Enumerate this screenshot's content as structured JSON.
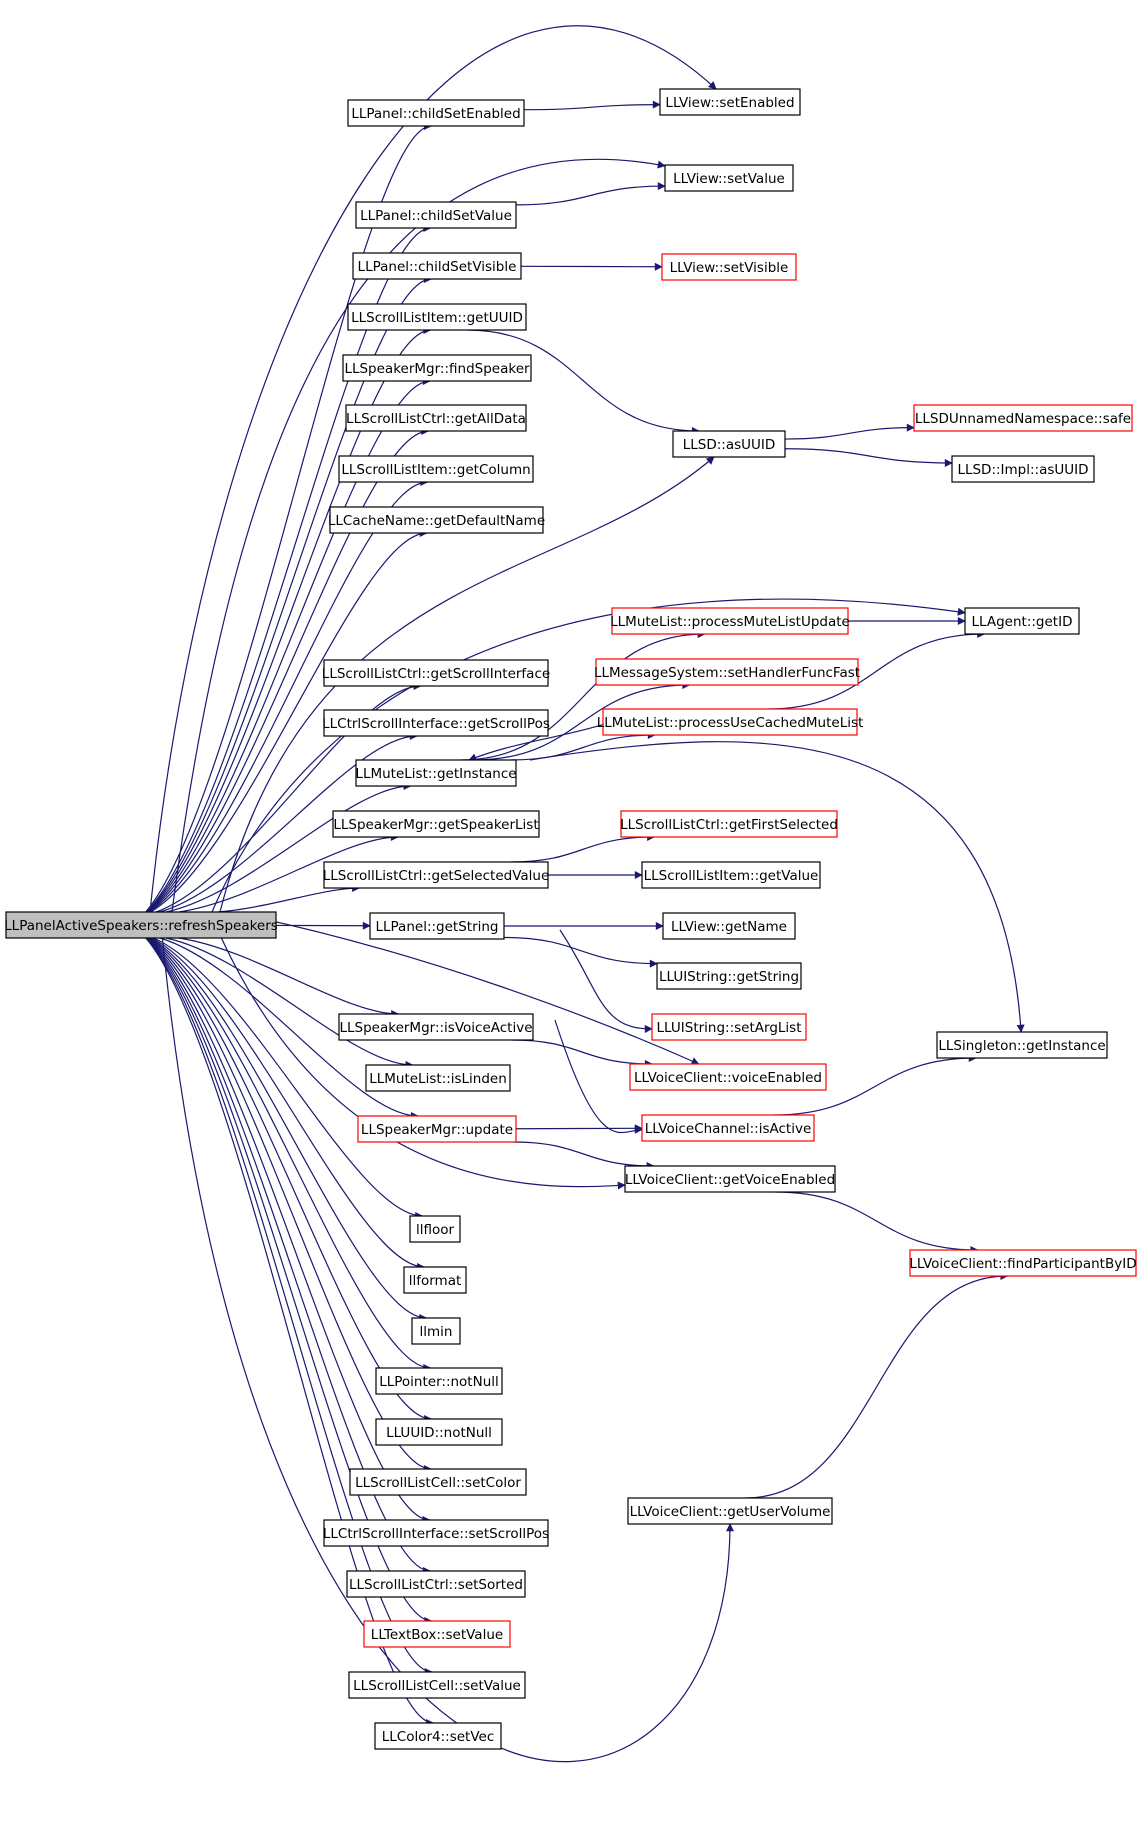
{
  "nodes": [
    {
      "id": "root",
      "label": "LLPanelActiveSpeakers::refreshSpeakers",
      "style": "root"
    },
    {
      "id": "p_childSetEnabled",
      "label": "LLPanel::childSetEnabled",
      "style": "black"
    },
    {
      "id": "p_childSetValue",
      "label": "LLPanel::childSetValue",
      "style": "black"
    },
    {
      "id": "p_childSetVisible",
      "label": "LLPanel::childSetVisible",
      "style": "black"
    },
    {
      "id": "sli_getUUID",
      "label": "LLScrollListItem::getUUID",
      "style": "black"
    },
    {
      "id": "sm_findSpeaker",
      "label": "LLSpeakerMgr::findSpeaker",
      "style": "black"
    },
    {
      "id": "slc_getAllData",
      "label": "LLScrollListCtrl::getAllData",
      "style": "black"
    },
    {
      "id": "sli_getColumn",
      "label": "LLScrollListItem::getColumn",
      "style": "black"
    },
    {
      "id": "cn_getDefaultName",
      "label": "LLCacheName::getDefaultName",
      "style": "black"
    },
    {
      "id": "slc_getScrollInterface",
      "label": "LLScrollListCtrl::getScrollInterface",
      "style": "black"
    },
    {
      "id": "csi_getScrollPos",
      "label": "LLCtrlScrollInterface::getScrollPos",
      "style": "black"
    },
    {
      "id": "ml_getInstance",
      "label": "LLMuteList::getInstance",
      "style": "black"
    },
    {
      "id": "sm_getSpeakerList",
      "label": "LLSpeakerMgr::getSpeakerList",
      "style": "black"
    },
    {
      "id": "slc_getSelectedValue",
      "label": "LLScrollListCtrl::getSelectedValue",
      "style": "black"
    },
    {
      "id": "p_getString",
      "label": "LLPanel::getString",
      "style": "black"
    },
    {
      "id": "sm_isVoiceActive",
      "label": "LLSpeakerMgr::isVoiceActive",
      "style": "black"
    },
    {
      "id": "ml_isLinden",
      "label": "LLMuteList::isLinden",
      "style": "black"
    },
    {
      "id": "sm_update",
      "label": "LLSpeakerMgr::update",
      "style": "red"
    },
    {
      "id": "llfloor",
      "label": "llfloor",
      "style": "black"
    },
    {
      "id": "llformat",
      "label": "llformat",
      "style": "black"
    },
    {
      "id": "llmin",
      "label": "llmin",
      "style": "black"
    },
    {
      "id": "ptr_notNull",
      "label": "LLPointer::notNull",
      "style": "black"
    },
    {
      "id": "uuid_notNull",
      "label": "LLUUID::notNull",
      "style": "black"
    },
    {
      "id": "slcell_setColor",
      "label": "LLScrollListCell::setColor",
      "style": "black"
    },
    {
      "id": "csi_setScrollPos",
      "label": "LLCtrlScrollInterface::setScrollPos",
      "style": "black"
    },
    {
      "id": "slc_setSorted",
      "label": "LLScrollListCtrl::setSorted",
      "style": "black"
    },
    {
      "id": "tb_setValue",
      "label": "LLTextBox::setValue",
      "style": "red"
    },
    {
      "id": "slcell_setValue",
      "label": "LLScrollListCell::setValue",
      "style": "black"
    },
    {
      "id": "c4_setVec",
      "label": "LLColor4::setVec",
      "style": "black"
    },
    {
      "id": "v_setEnabled",
      "label": "LLView::setEnabled",
      "style": "black"
    },
    {
      "id": "v_setValue",
      "label": "LLView::setValue",
      "style": "black"
    },
    {
      "id": "v_setVisible",
      "label": "LLView::setVisible",
      "style": "red"
    },
    {
      "id": "sd_asUUID",
      "label": "LLSD::asUUID",
      "style": "black"
    },
    {
      "id": "ml_processMuteListUpdate",
      "label": "LLMuteList::processMuteListUpdate",
      "style": "red"
    },
    {
      "id": "ms_setHandlerFuncFast",
      "label": "LLMessageSystem::setHandlerFuncFast",
      "style": "red"
    },
    {
      "id": "ml_processUseCachedMuteList",
      "label": "LLMuteList::processUseCachedMuteList",
      "style": "red"
    },
    {
      "id": "slc_getFirstSelected",
      "label": "LLScrollListCtrl::getFirstSelected",
      "style": "red"
    },
    {
      "id": "sli_getValue",
      "label": "LLScrollListItem::getValue",
      "style": "black"
    },
    {
      "id": "v_getName",
      "label": "LLView::getName",
      "style": "black"
    },
    {
      "id": "uis_getString",
      "label": "LLUIString::getString",
      "style": "black"
    },
    {
      "id": "uis_setArgList",
      "label": "LLUIString::setArgList",
      "style": "red"
    },
    {
      "id": "vc_voiceEnabled",
      "label": "LLVoiceClient::voiceEnabled",
      "style": "red"
    },
    {
      "id": "vch_isActive",
      "label": "LLVoiceChannel::isActive",
      "style": "red"
    },
    {
      "id": "vc_getVoiceEnabled",
      "label": "LLVoiceClient::getVoiceEnabled",
      "style": "black"
    },
    {
      "id": "vc_getUserVolume",
      "label": "LLVoiceClient::getUserVolume",
      "style": "black"
    },
    {
      "id": "sdu_safe",
      "label": "LLSDUnnamedNamespace::safe",
      "style": "red"
    },
    {
      "id": "sdi_asUUID",
      "label": "LLSD::Impl::asUUID",
      "style": "black"
    },
    {
      "id": "ag_getID",
      "label": "LLAgent::getID",
      "style": "black"
    },
    {
      "id": "sg_getInstance",
      "label": "LLSingleton::getInstance",
      "style": "black"
    },
    {
      "id": "vc_findParticipantByID",
      "label": "LLVoiceClient::findParticipantByID",
      "style": "red"
    }
  ],
  "edges": [
    [
      "root",
      "p_childSetEnabled"
    ],
    [
      "root",
      "p_childSetValue"
    ],
    [
      "root",
      "p_childSetVisible"
    ],
    [
      "root",
      "sli_getUUID"
    ],
    [
      "root",
      "sm_findSpeaker"
    ],
    [
      "root",
      "slc_getAllData"
    ],
    [
      "root",
      "sli_getColumn"
    ],
    [
      "root",
      "cn_getDefaultName"
    ],
    [
      "root",
      "slc_getScrollInterface"
    ],
    [
      "root",
      "csi_getScrollPos"
    ],
    [
      "root",
      "ml_getInstance"
    ],
    [
      "root",
      "sm_getSpeakerList"
    ],
    [
      "root",
      "slc_getSelectedValue"
    ],
    [
      "root",
      "p_getString"
    ],
    [
      "root",
      "sm_isVoiceActive"
    ],
    [
      "root",
      "ml_isLinden"
    ],
    [
      "root",
      "sm_update"
    ],
    [
      "root",
      "llfloor"
    ],
    [
      "root",
      "llformat"
    ],
    [
      "root",
      "llmin"
    ],
    [
      "root",
      "ptr_notNull"
    ],
    [
      "root",
      "uuid_notNull"
    ],
    [
      "root",
      "slcell_setColor"
    ],
    [
      "root",
      "csi_setScrollPos"
    ],
    [
      "root",
      "slc_setSorted"
    ],
    [
      "root",
      "tb_setValue"
    ],
    [
      "root",
      "slcell_setValue"
    ],
    [
      "root",
      "c4_setVec"
    ],
    [
      "root",
      "v_setEnabled"
    ],
    [
      "root",
      "v_setValue"
    ],
    [
      "root",
      "sd_asUUID"
    ],
    [
      "root",
      "ag_getID"
    ],
    [
      "root",
      "vc_voiceEnabled"
    ],
    [
      "root",
      "vc_getVoiceEnabled"
    ],
    [
      "root",
      "vc_getUserVolume"
    ],
    [
      "p_childSetEnabled",
      "v_setEnabled"
    ],
    [
      "p_childSetValue",
      "v_setValue"
    ],
    [
      "p_childSetVisible",
      "v_setVisible"
    ],
    [
      "sli_getUUID",
      "sd_asUUID"
    ],
    [
      "sd_asUUID",
      "sdu_safe"
    ],
    [
      "sd_asUUID",
      "sdi_asUUID"
    ],
    [
      "ml_getInstance",
      "ml_processMuteListUpdate"
    ],
    [
      "ml_getInstance",
      "ms_setHandlerFuncFast"
    ],
    [
      "ml_getInstance",
      "ml_processUseCachedMuteList"
    ],
    [
      "ml_getInstance",
      "sg_getInstance"
    ],
    [
      "ml_processMuteListUpdate",
      "ag_getID"
    ],
    [
      "ml_processUseCachedMuteList",
      "ag_getID"
    ],
    [
      "ml_processUseCachedMuteList",
      "ml_getInstance"
    ],
    [
      "slc_getSelectedValue",
      "slc_getFirstSelected"
    ],
    [
      "slc_getSelectedValue",
      "sli_getValue"
    ],
    [
      "p_getString",
      "v_getName"
    ],
    [
      "p_getString",
      "uis_getString"
    ],
    [
      "p_getString",
      "uis_setArgList"
    ],
    [
      "sm_isVoiceActive",
      "vc_voiceEnabled"
    ],
    [
      "sm_isVoiceActive",
      "vch_isActive"
    ],
    [
      "sm_update",
      "vch_isActive"
    ],
    [
      "sm_update",
      "vc_getVoiceEnabled"
    ],
    [
      "vch_isActive",
      "sg_getInstance"
    ],
    [
      "vc_getVoiceEnabled",
      "vc_findParticipantByID"
    ],
    [
      "vc_getUserVolume",
      "vc_findParticipantByID"
    ]
  ]
}
